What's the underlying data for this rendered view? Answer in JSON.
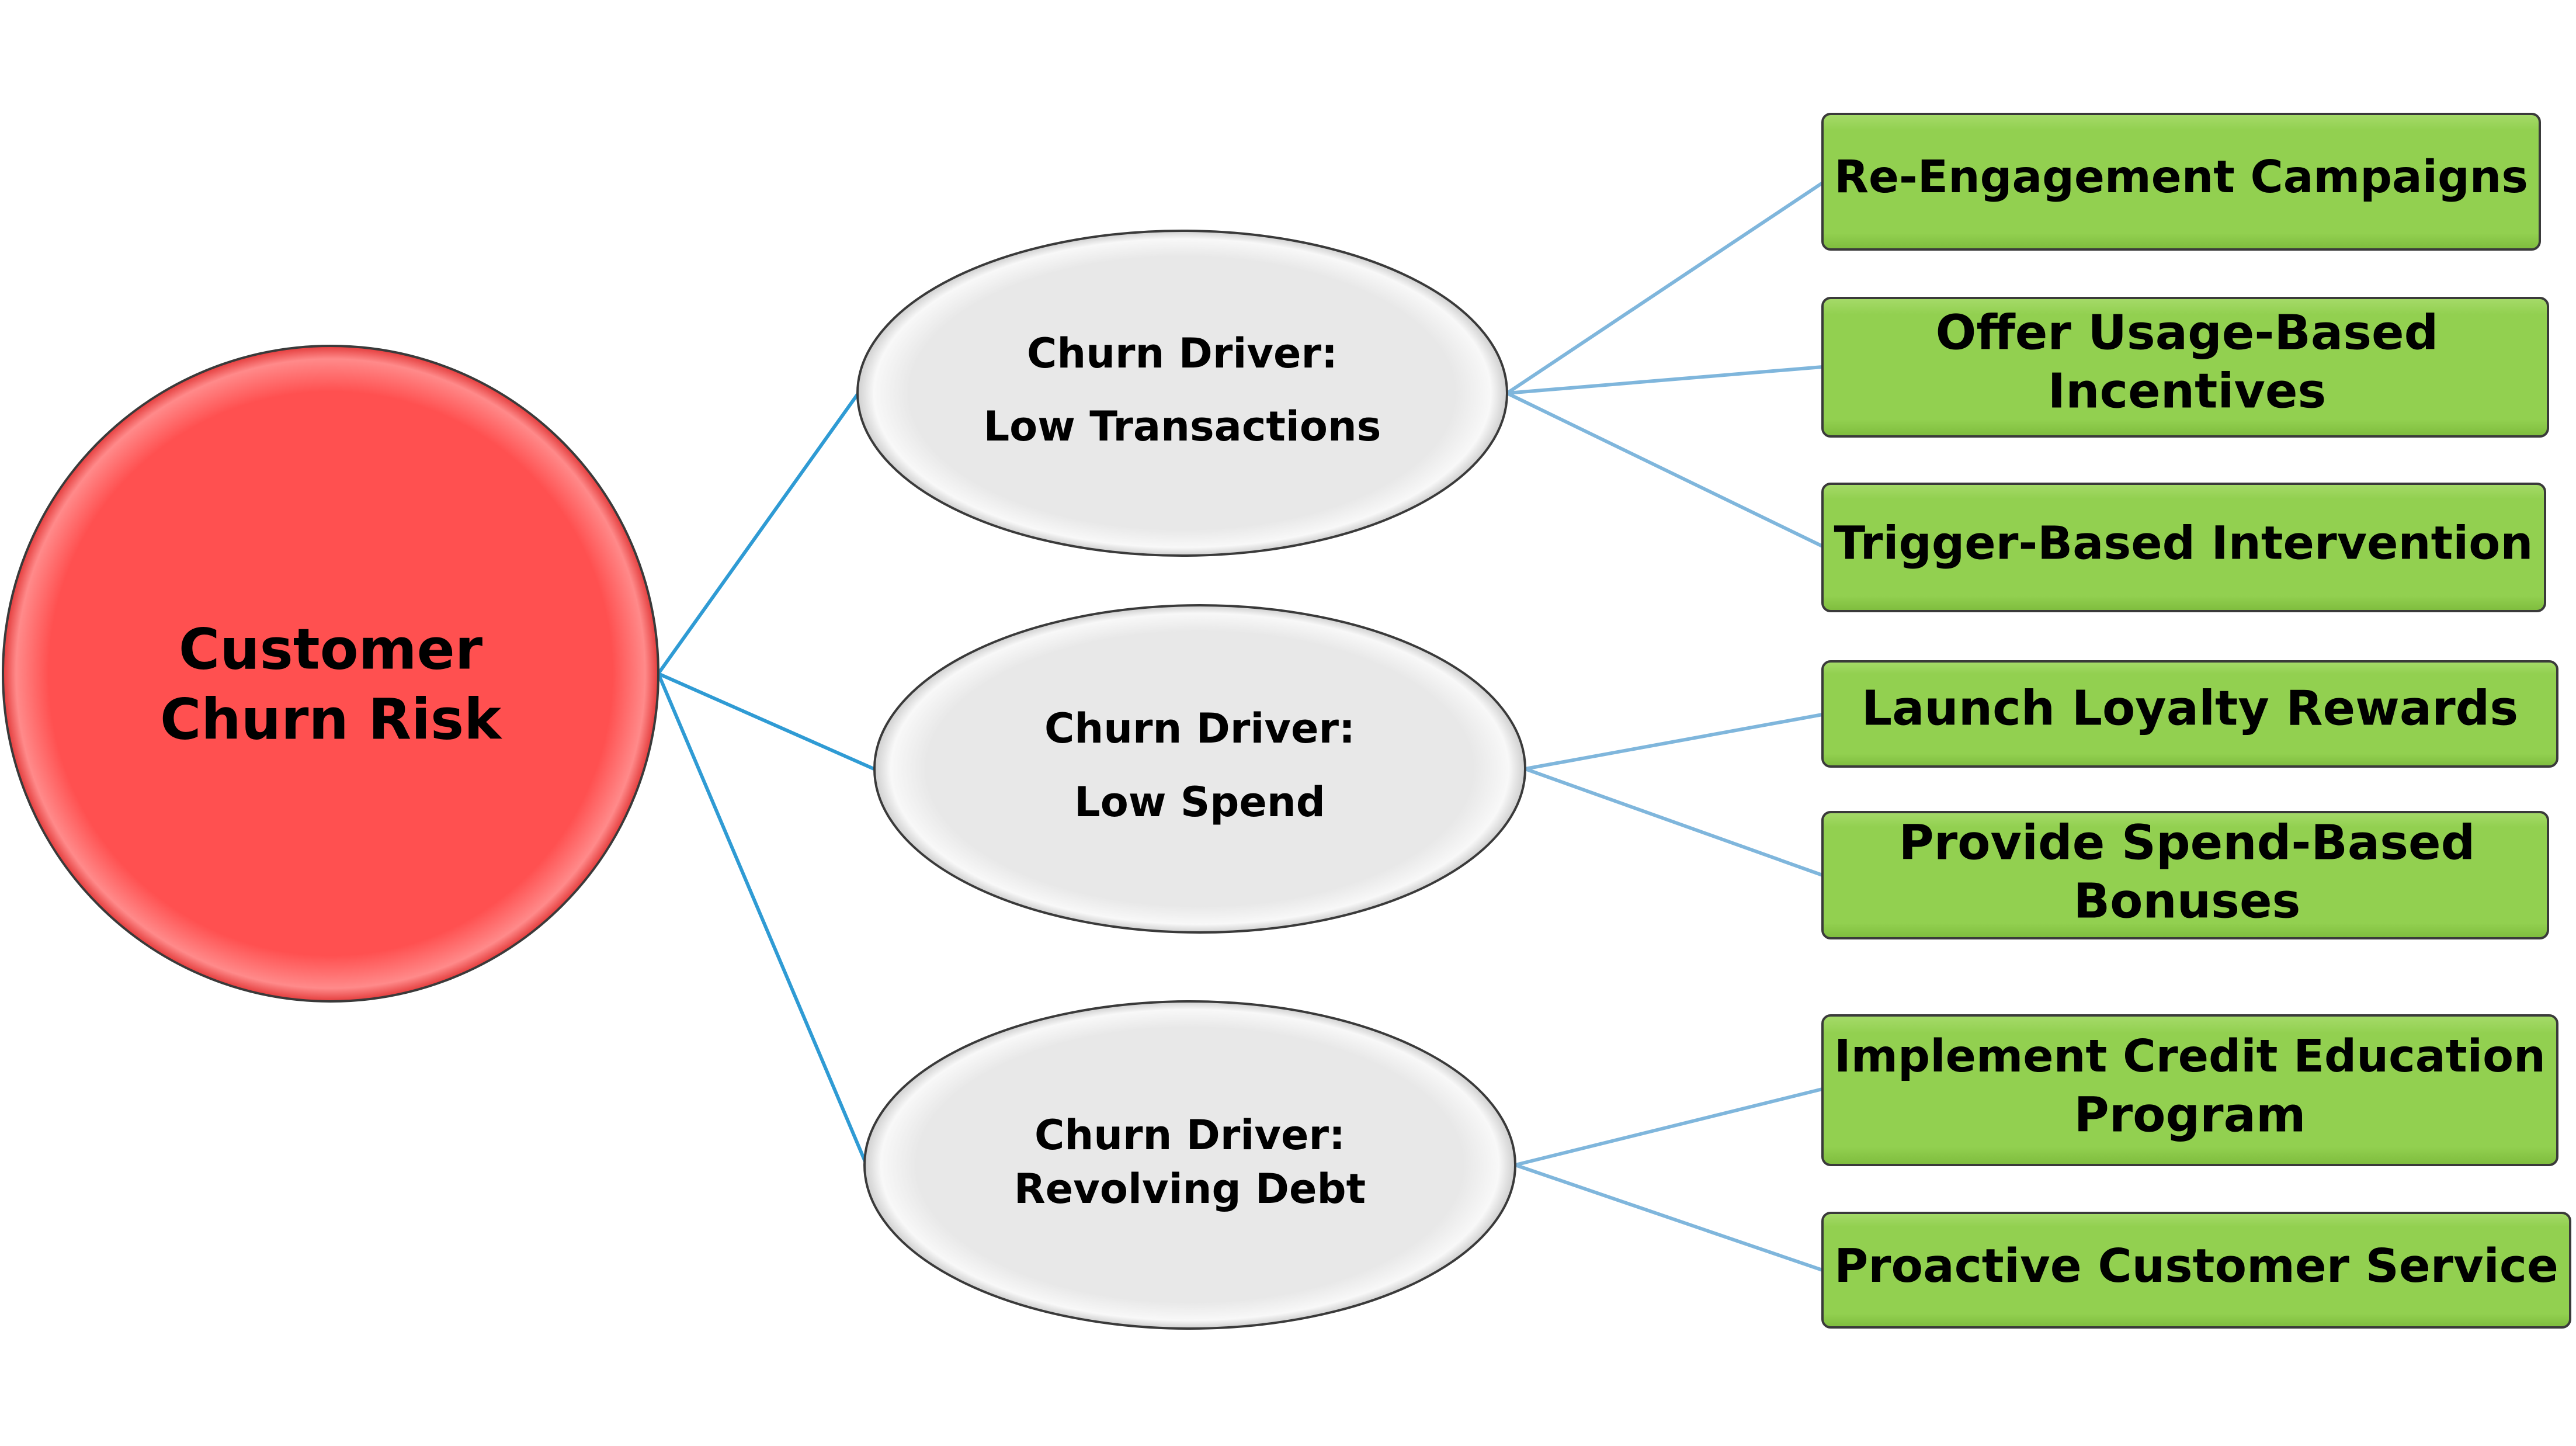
{
  "colors": {
    "root_fill": "#ff5050",
    "driver_fill": "#e8e8e8",
    "action_fill": "#92d050",
    "root_connector": "#2f9bd4",
    "action_connector": "#7fb6dc",
    "outline": "#3a3a3a"
  },
  "root": {
    "line1": "Customer",
    "line2": "Churn Risk"
  },
  "drivers": [
    {
      "line1": "Churn Driver:",
      "line2": "Low Transactions",
      "actions": [
        {
          "line1": "Re-Engagement Campaigns"
        },
        {
          "line1": "Offer Usage-Based",
          "line2": "Incentives"
        },
        {
          "line1": "Trigger-Based Intervention"
        }
      ]
    },
    {
      "line1": "Churn Driver:",
      "line2": "Low Spend",
      "actions": [
        {
          "line1": "Launch Loyalty Rewards"
        },
        {
          "line1": "Provide Spend-Based",
          "line2": "Bonuses"
        }
      ]
    },
    {
      "line1": "Churn Driver:",
      "line2": "Revolving Debt",
      "actions": [
        {
          "line1": "Implement Credit Education",
          "line2": "Program"
        },
        {
          "line1": "Proactive Customer Service"
        }
      ]
    }
  ]
}
